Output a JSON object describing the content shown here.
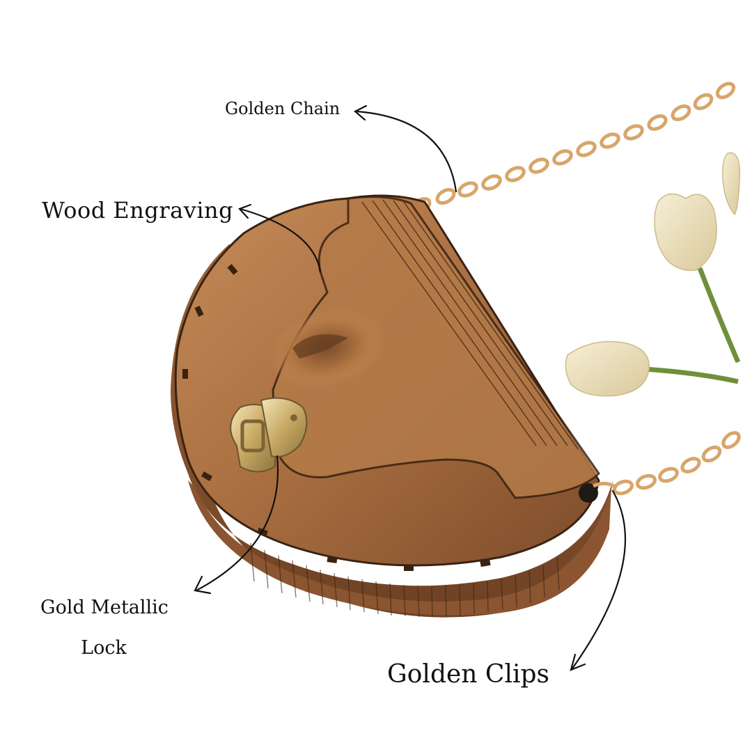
{
  "labels": {
    "golden_chain": "Golden Chain",
    "wood_engraving": "Wood  Engraving",
    "gold_metallic_lock_line1": "Gold Metallic",
    "gold_metallic_lock_line2": "Lock",
    "golden_clips": "Golden Clips"
  },
  "colors": {
    "background": "#ffffff",
    "wood_light": "#b9804f",
    "wood_dark": "#7a4a28",
    "chain_gold": "#d8a56a",
    "lock_gold": "#d9c38a",
    "tulip_petal": "#efe6c6",
    "stem_green": "#6f8f3a",
    "arrow": "#111111"
  }
}
